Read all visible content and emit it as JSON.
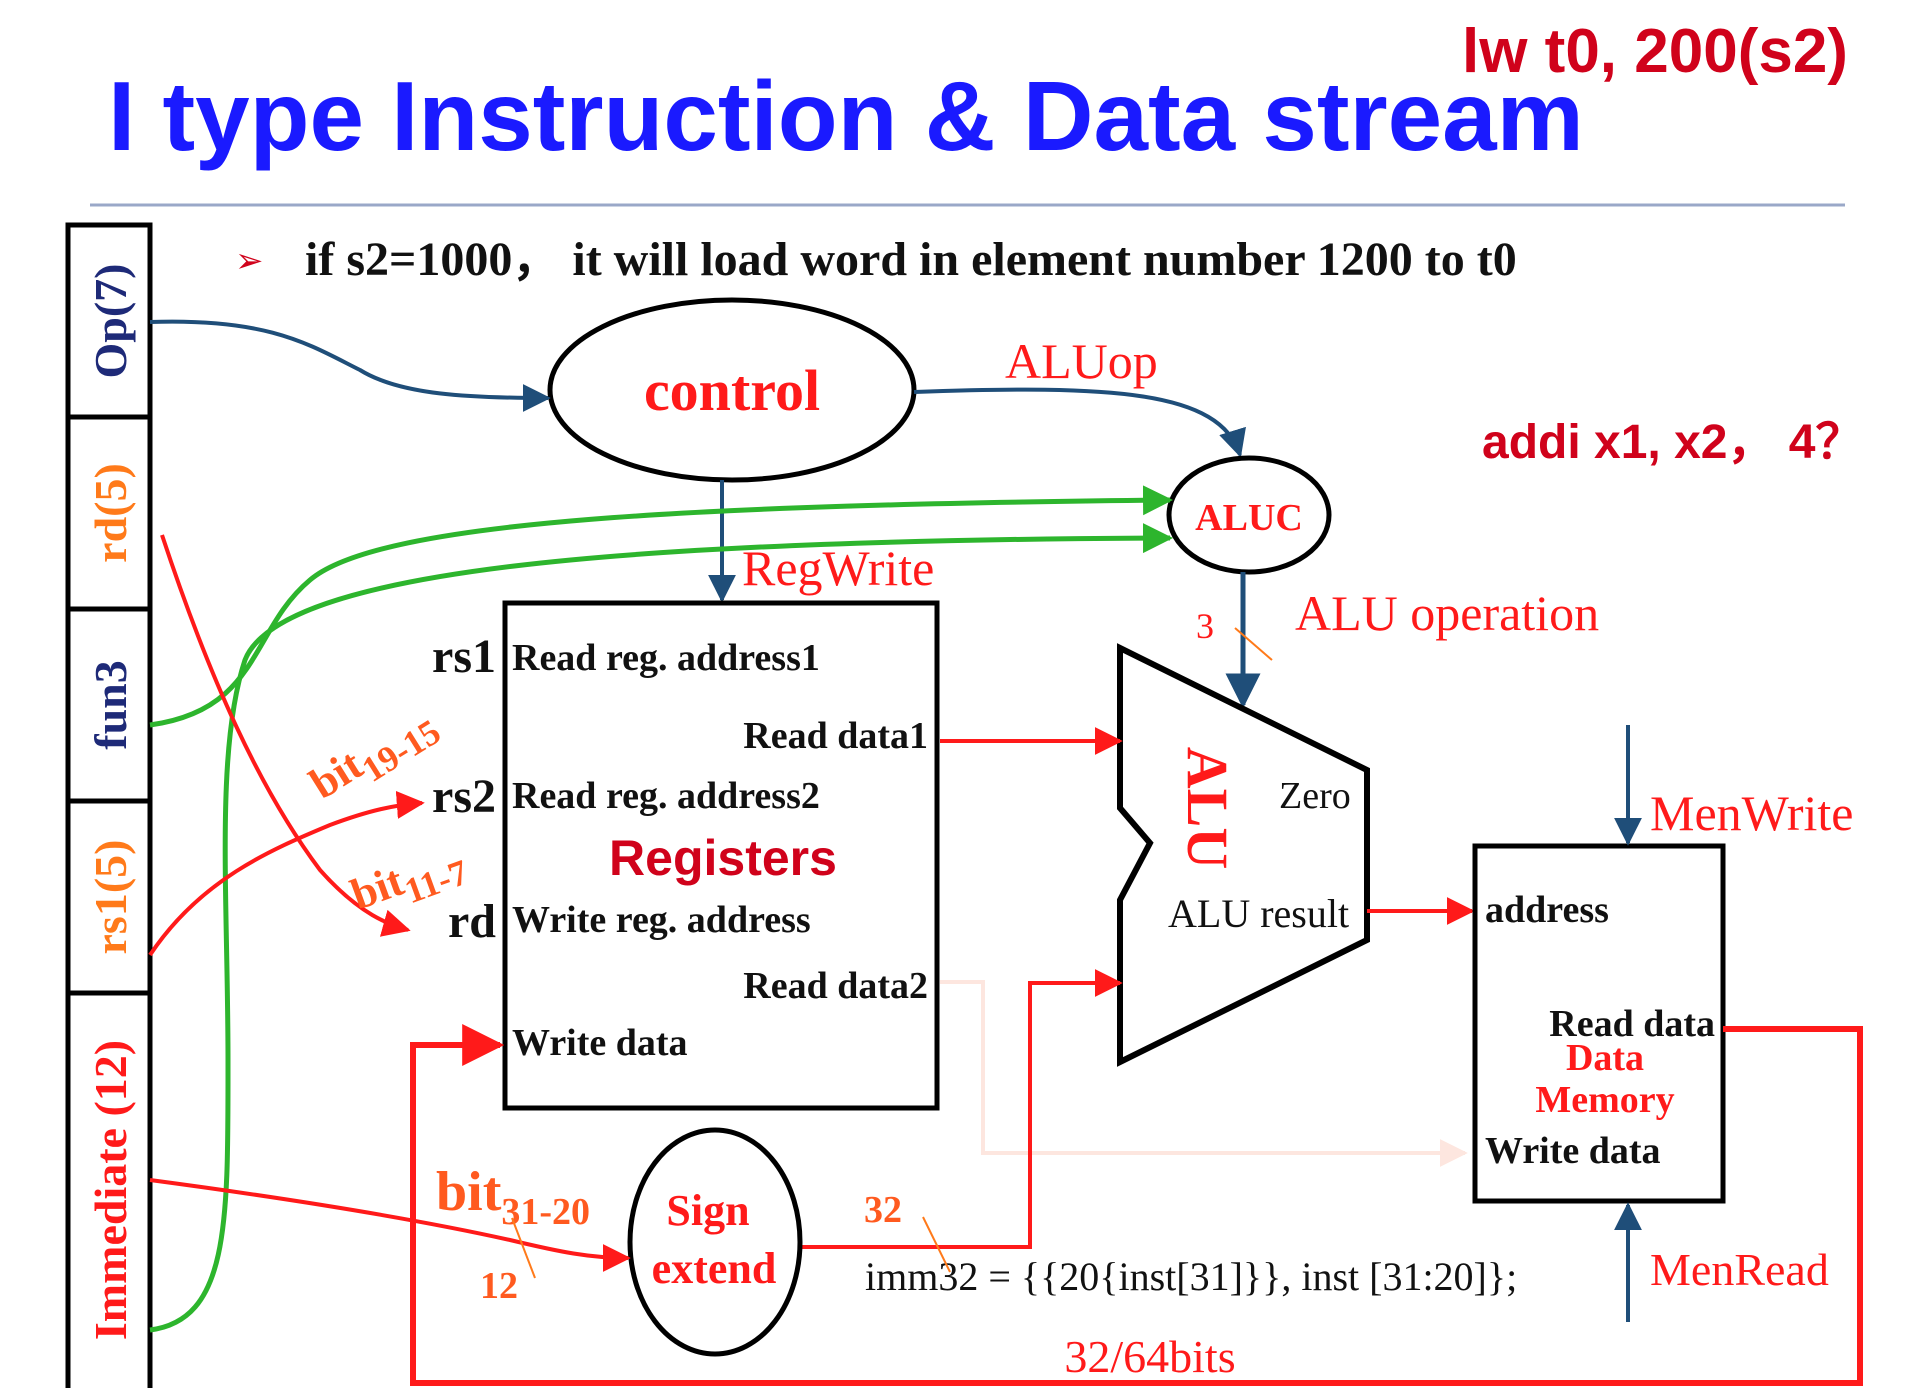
{
  "slide": {
    "title": "I type Instruction & Data stream",
    "instruction": "lw  t0, 200(s2)",
    "bullet": "if  s2=1000， it  will  load   word in element  number 1200 to t0",
    "question": "addi  x1, x2， 4？"
  },
  "instruction_fields": [
    "Op(7)",
    "rd(5)",
    "fun3",
    "rs1(5)",
    "Immediate (12)"
  ],
  "control": {
    "label": "control",
    "aluop": "ALUop",
    "regwrite": "RegWrite"
  },
  "aluc": {
    "label": "ALUC",
    "width": "3",
    "operation": "ALU operation"
  },
  "registers": {
    "title": "Registers",
    "read_addr1": "Read reg. address1",
    "read_data1": "Read data1",
    "read_addr2": "Read reg. address2",
    "write_addr": "Write reg. address",
    "read_data2": "Read data2",
    "write_data": "Write data",
    "port_rs1": "rs1",
    "port_rs2": "rs2",
    "port_rd": "rd"
  },
  "bit_labels": {
    "rs1_bits": "bit",
    "rs1_sub": "19-15",
    "rd_bits": "bit",
    "rd_sub": "11-7",
    "imm_bits": "bit",
    "imm_sub": "31-20",
    "imm_width": "12",
    "ext_width": "32"
  },
  "alu": {
    "label": "ALU",
    "zero": "Zero",
    "result": "ALU result"
  },
  "sign_extend": {
    "line1": "Sign",
    "line2": "extend",
    "formula": "imm32 = {{20{inst[31]}}, inst [31:20]};"
  },
  "memory": {
    "address": "address",
    "read_data": "Read data",
    "title1": "Data",
    "title2": "Memory",
    "write_data": "Write data",
    "memwrite": "MenWrite",
    "memread": "MenRead"
  },
  "writeback_width": "32/64bits",
  "colors": {
    "title": "#1a1aff",
    "accent_red": "#d0021b",
    "wire_red": "#ff1a1a",
    "wire_green": "#2db52d",
    "wire_blue": "#1f4e79"
  }
}
